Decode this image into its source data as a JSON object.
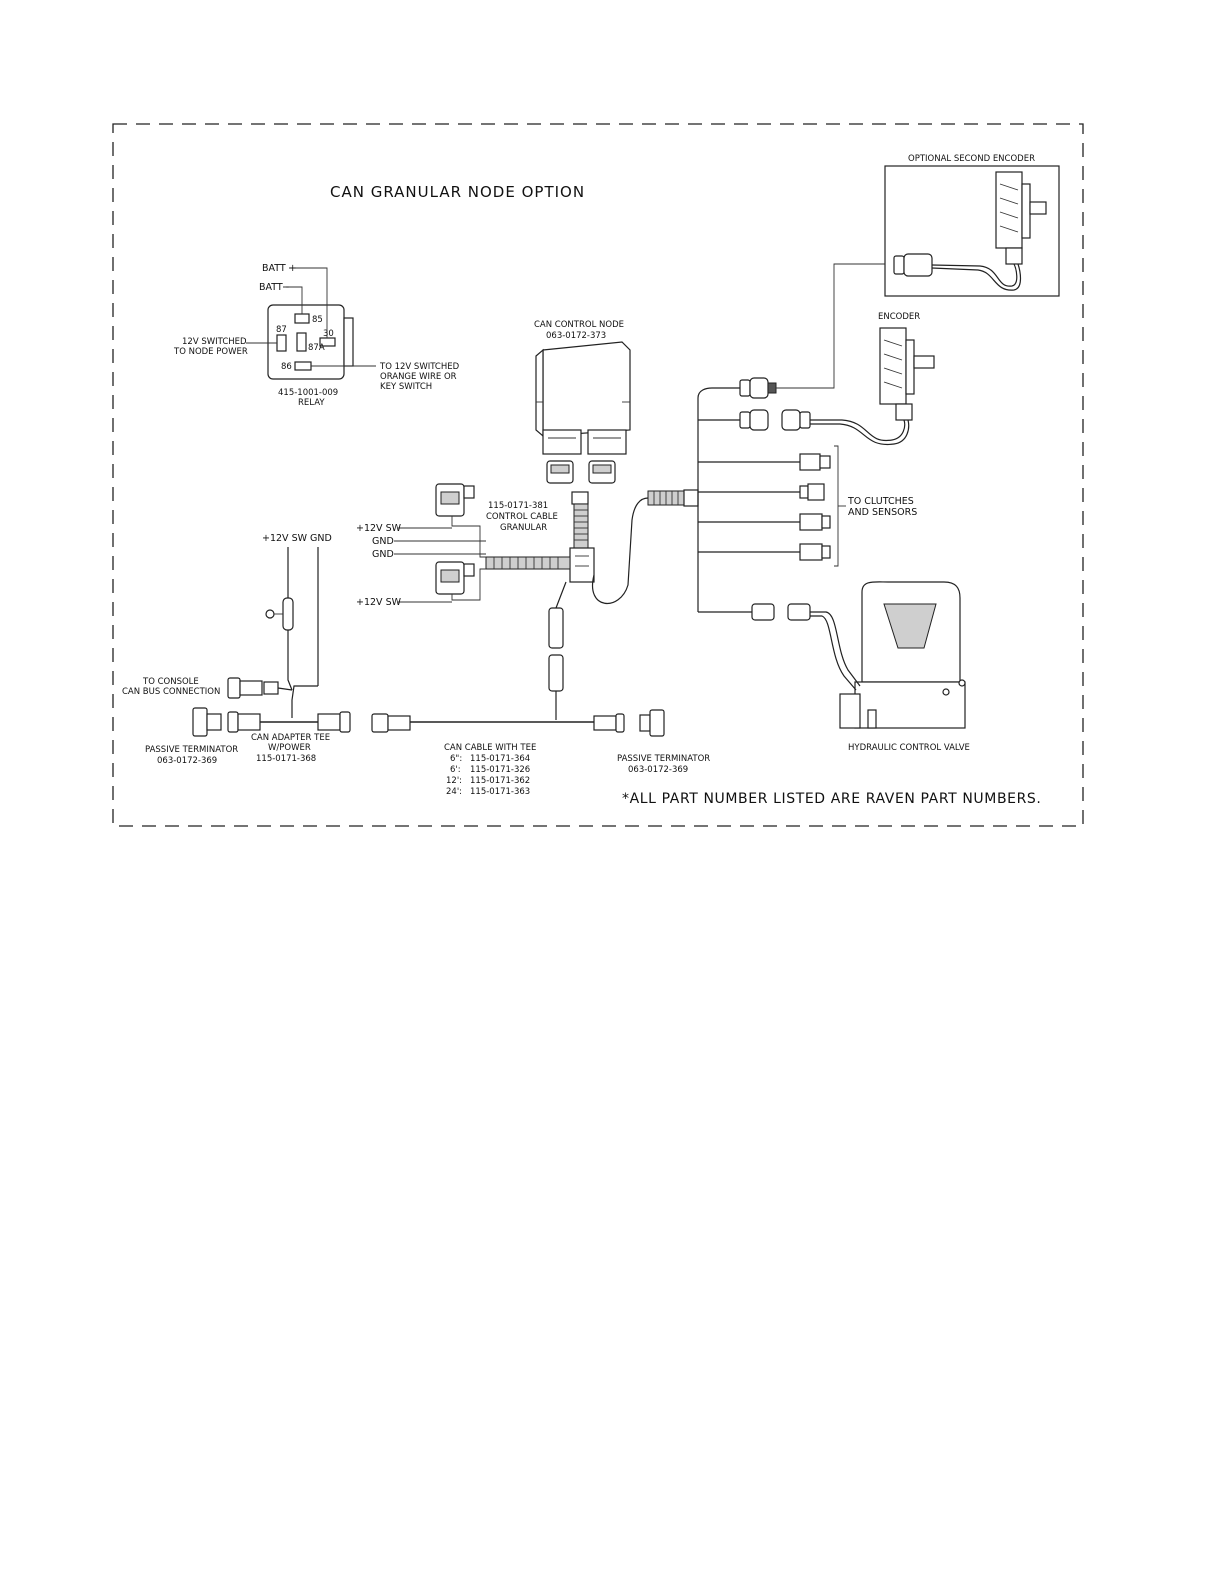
{
  "title": "CAN GRANULAR NODE OPTION",
  "relay": {
    "batt_plus": "BATT +",
    "batt_minus": "BATT -",
    "pin_85": "85",
    "pin_87": "87",
    "pin_30": "30",
    "pin_87a": "87A",
    "pin_86": "86",
    "switched_left_1": "12V SWITCHED",
    "switched_left_2": "TO NODE POWER",
    "switched_right_1": "TO 12V SWITCHED",
    "switched_right_2": "ORANGE WIRE OR",
    "switched_right_3": "KEY SWITCH",
    "part": "415-1001-009",
    "name": "RELAY"
  },
  "node": {
    "name": "CAN CONTROL NODE",
    "part": "063-0172-373"
  },
  "control_cable": {
    "part": "115-0171-381",
    "line2": "CONTROL CABLE",
    "line3": "GRANULAR"
  },
  "power_labels": {
    "sw_top": "+12V SW",
    "gnd1": "GND",
    "gnd2": "GND",
    "sw_bottom": "+12V SW",
    "sw_gnd": "+12V SW GND"
  },
  "console": {
    "line1": "TO CONSOLE",
    "line2": "CAN BUS CONNECTION"
  },
  "terminator_left": {
    "name": "PASSIVE TERMINATOR",
    "part": "063-0172-369"
  },
  "adapter_tee": {
    "line1": "CAN ADAPTER TEE",
    "line2": "W/POWER",
    "part": "115-0171-368"
  },
  "can_cable": {
    "name": "CAN CABLE WITH TEE",
    "rows": [
      {
        "len": "6\":",
        "part": "115-0171-364"
      },
      {
        "len": "6':",
        "part": "115-0171-326"
      },
      {
        "len": "12':",
        "part": "115-0171-362"
      },
      {
        "len": "24':",
        "part": "115-0171-363"
      }
    ]
  },
  "terminator_right": {
    "name": "PASSIVE TERMINATOR",
    "part": "063-0172-369"
  },
  "encoder_optional": "OPTIONAL SECOND ENCODER",
  "encoder": "ENCODER",
  "clutches": {
    "line1": "TO CLUTCHES",
    "line2": "AND SENSORS"
  },
  "valve": "HYDRAULIC CONTROL VALVE",
  "footnote": "*ALL PART NUMBER LISTED ARE RAVEN PART NUMBERS."
}
